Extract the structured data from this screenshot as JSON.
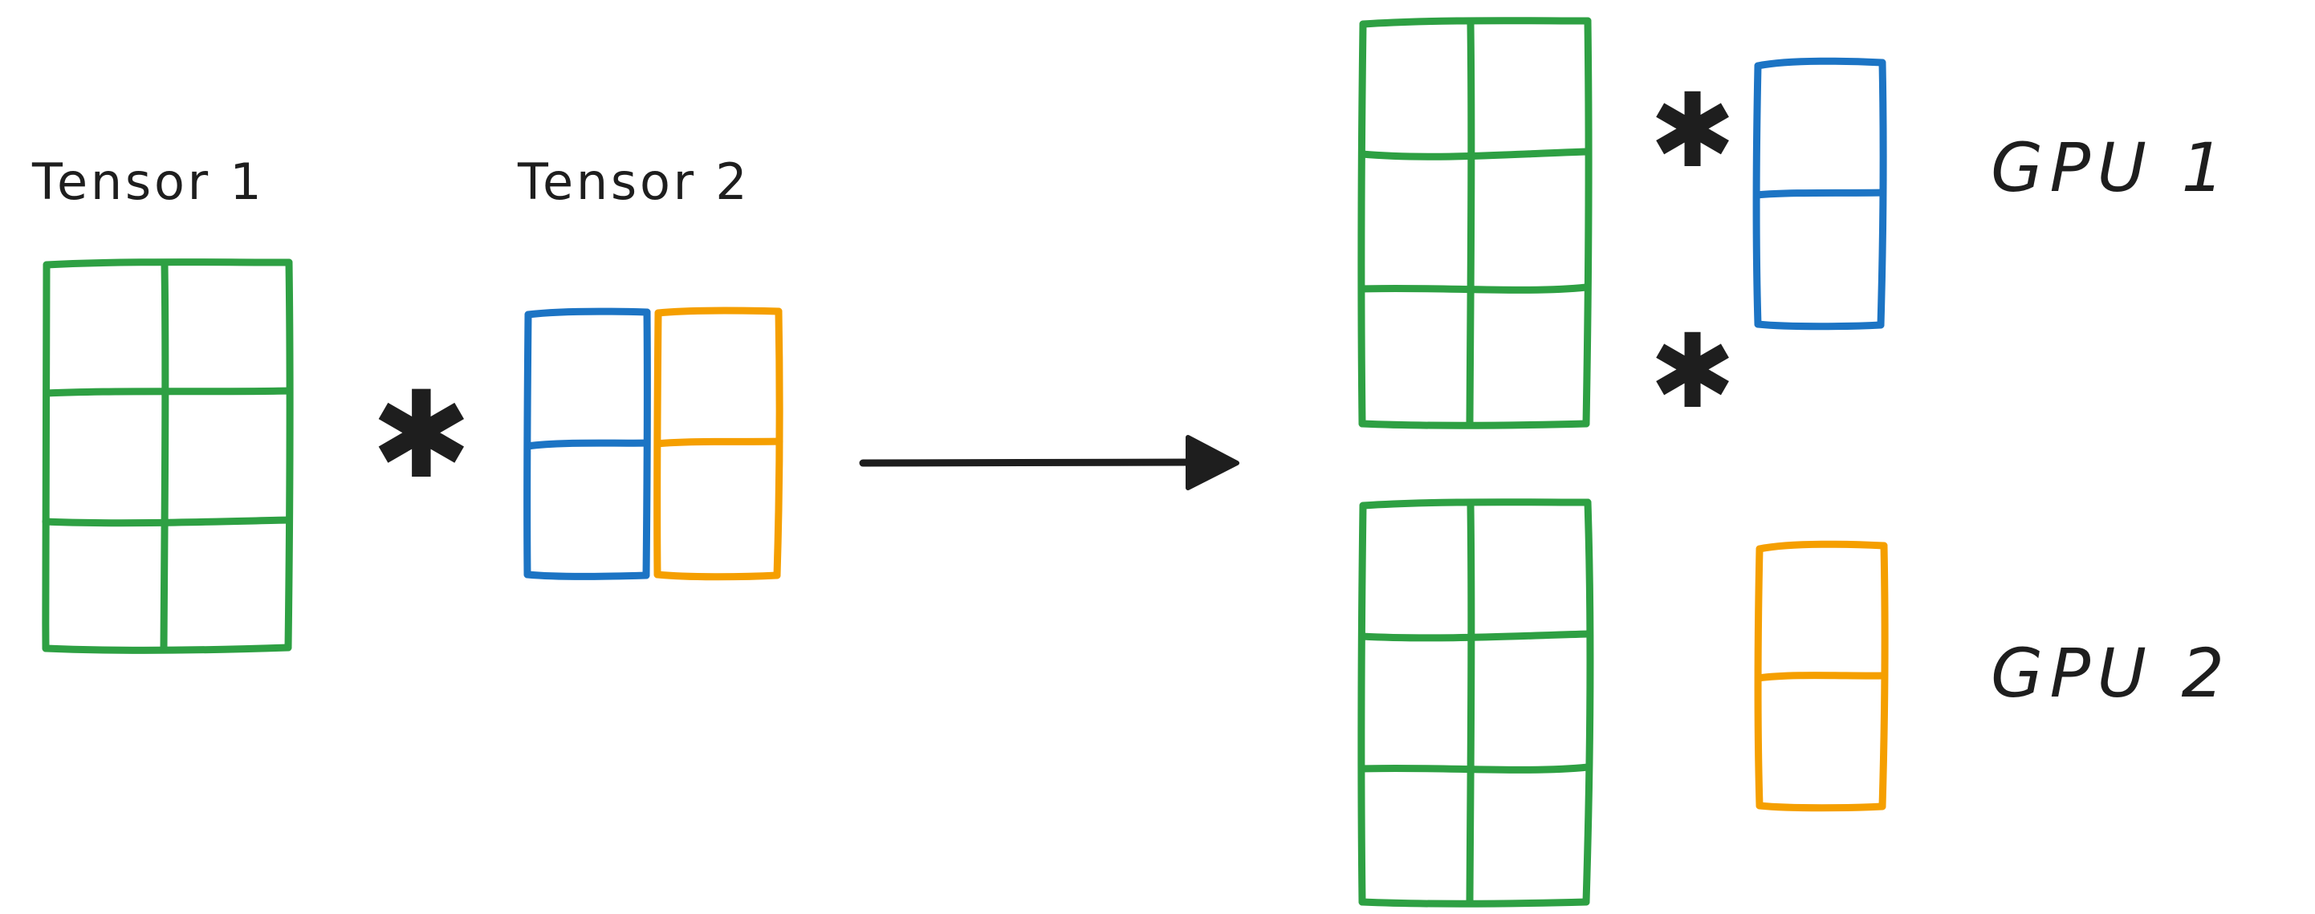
{
  "diagram": {
    "title_text": "Tensor parallelism column-split diagram",
    "background": "#ffffff",
    "colors": {
      "green": "#2ea043",
      "blue": "#1c74c4",
      "orange": "#f59f00",
      "ink": "#1e1e1e"
    },
    "labels": {
      "tensor1": "Tensor 1",
      "tensor2": "Tensor 2",
      "gpu1": "GPU 1",
      "gpu2": "GPU 2"
    },
    "operators": {
      "multiply_glyph": "✱",
      "multiply_name": "asterisk-multiply",
      "arrow_name": "right-arrow"
    },
    "left_group": {
      "tensor1": {
        "name": "tensor-1-matrix",
        "rows": 3,
        "cols": 2,
        "color": "#2ea043",
        "color_name": "green"
      },
      "tensor2": {
        "name": "tensor-2-matrix",
        "rows": 2,
        "cols": 2,
        "column_colors": [
          "#1c74c4",
          "#f59f00"
        ],
        "column_color_names": [
          "blue",
          "orange"
        ]
      }
    },
    "right_group": {
      "gpu1": {
        "label": "GPU 1",
        "left_operand": {
          "rows": 3,
          "cols": 2,
          "color": "#2ea043",
          "color_name": "green"
        },
        "right_operand": {
          "rows": 2,
          "cols": 1,
          "color": "#1c74c4",
          "color_name": "blue"
        }
      },
      "gpu2": {
        "label": "GPU 2",
        "left_operand": {
          "rows": 3,
          "cols": 2,
          "color": "#2ea043",
          "color_name": "green"
        },
        "right_operand": {
          "rows": 2,
          "cols": 1,
          "color": "#f59f00",
          "color_name": "orange"
        }
      }
    }
  }
}
